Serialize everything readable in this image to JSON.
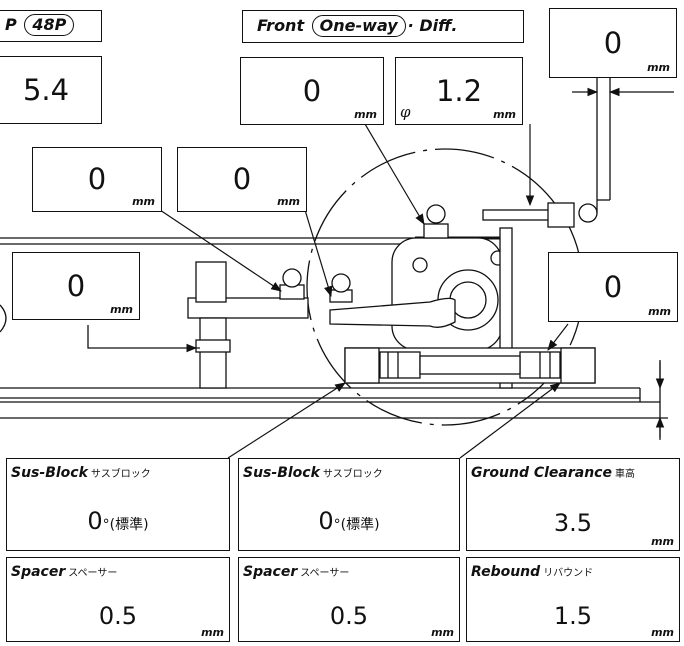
{
  "header": {
    "pinion": "48P",
    "front_prefix": "Front",
    "oneway": "One-way",
    "diff_suffix": "Diff."
  },
  "gear_ratio": {
    "value": "5.4"
  },
  "front_top": {
    "camber_link": {
      "value": "0",
      "unit": "mm"
    },
    "shaft": {
      "value": "1.2",
      "unit": "mm",
      "symbol": "φ"
    }
  },
  "right_gauge": {
    "value": "0",
    "unit": "mm"
  },
  "upper_left": {
    "box1": {
      "value": "0",
      "unit": "mm"
    },
    "box2": {
      "value": "0",
      "unit": "mm"
    }
  },
  "left_mid": {
    "value": "0",
    "unit": "mm"
  },
  "right_mid": {
    "value": "0",
    "unit": "mm"
  },
  "bottom": {
    "sus_block_1": {
      "label": "Sus-Block",
      "jp": "サスブロック",
      "value": "0",
      "deg": "°",
      "note": "(標準)"
    },
    "sus_block_2": {
      "label": "Sus-Block",
      "jp": "サスブロック",
      "value": "0",
      "deg": "°",
      "note": "(標準)"
    },
    "ground_clearance": {
      "label": "Ground Clearance",
      "jp": "車高",
      "value": "3.5",
      "unit": "mm"
    },
    "spacer_1": {
      "label": "Spacer",
      "jp": "スペーサー",
      "value": "0.5",
      "unit": "mm"
    },
    "spacer_2": {
      "label": "Spacer",
      "jp": "スペーサー",
      "value": "0.5",
      "unit": "mm"
    },
    "rebound": {
      "label": "Rebound",
      "jp": "リバウンド",
      "value": "1.5",
      "unit": "mm"
    }
  }
}
